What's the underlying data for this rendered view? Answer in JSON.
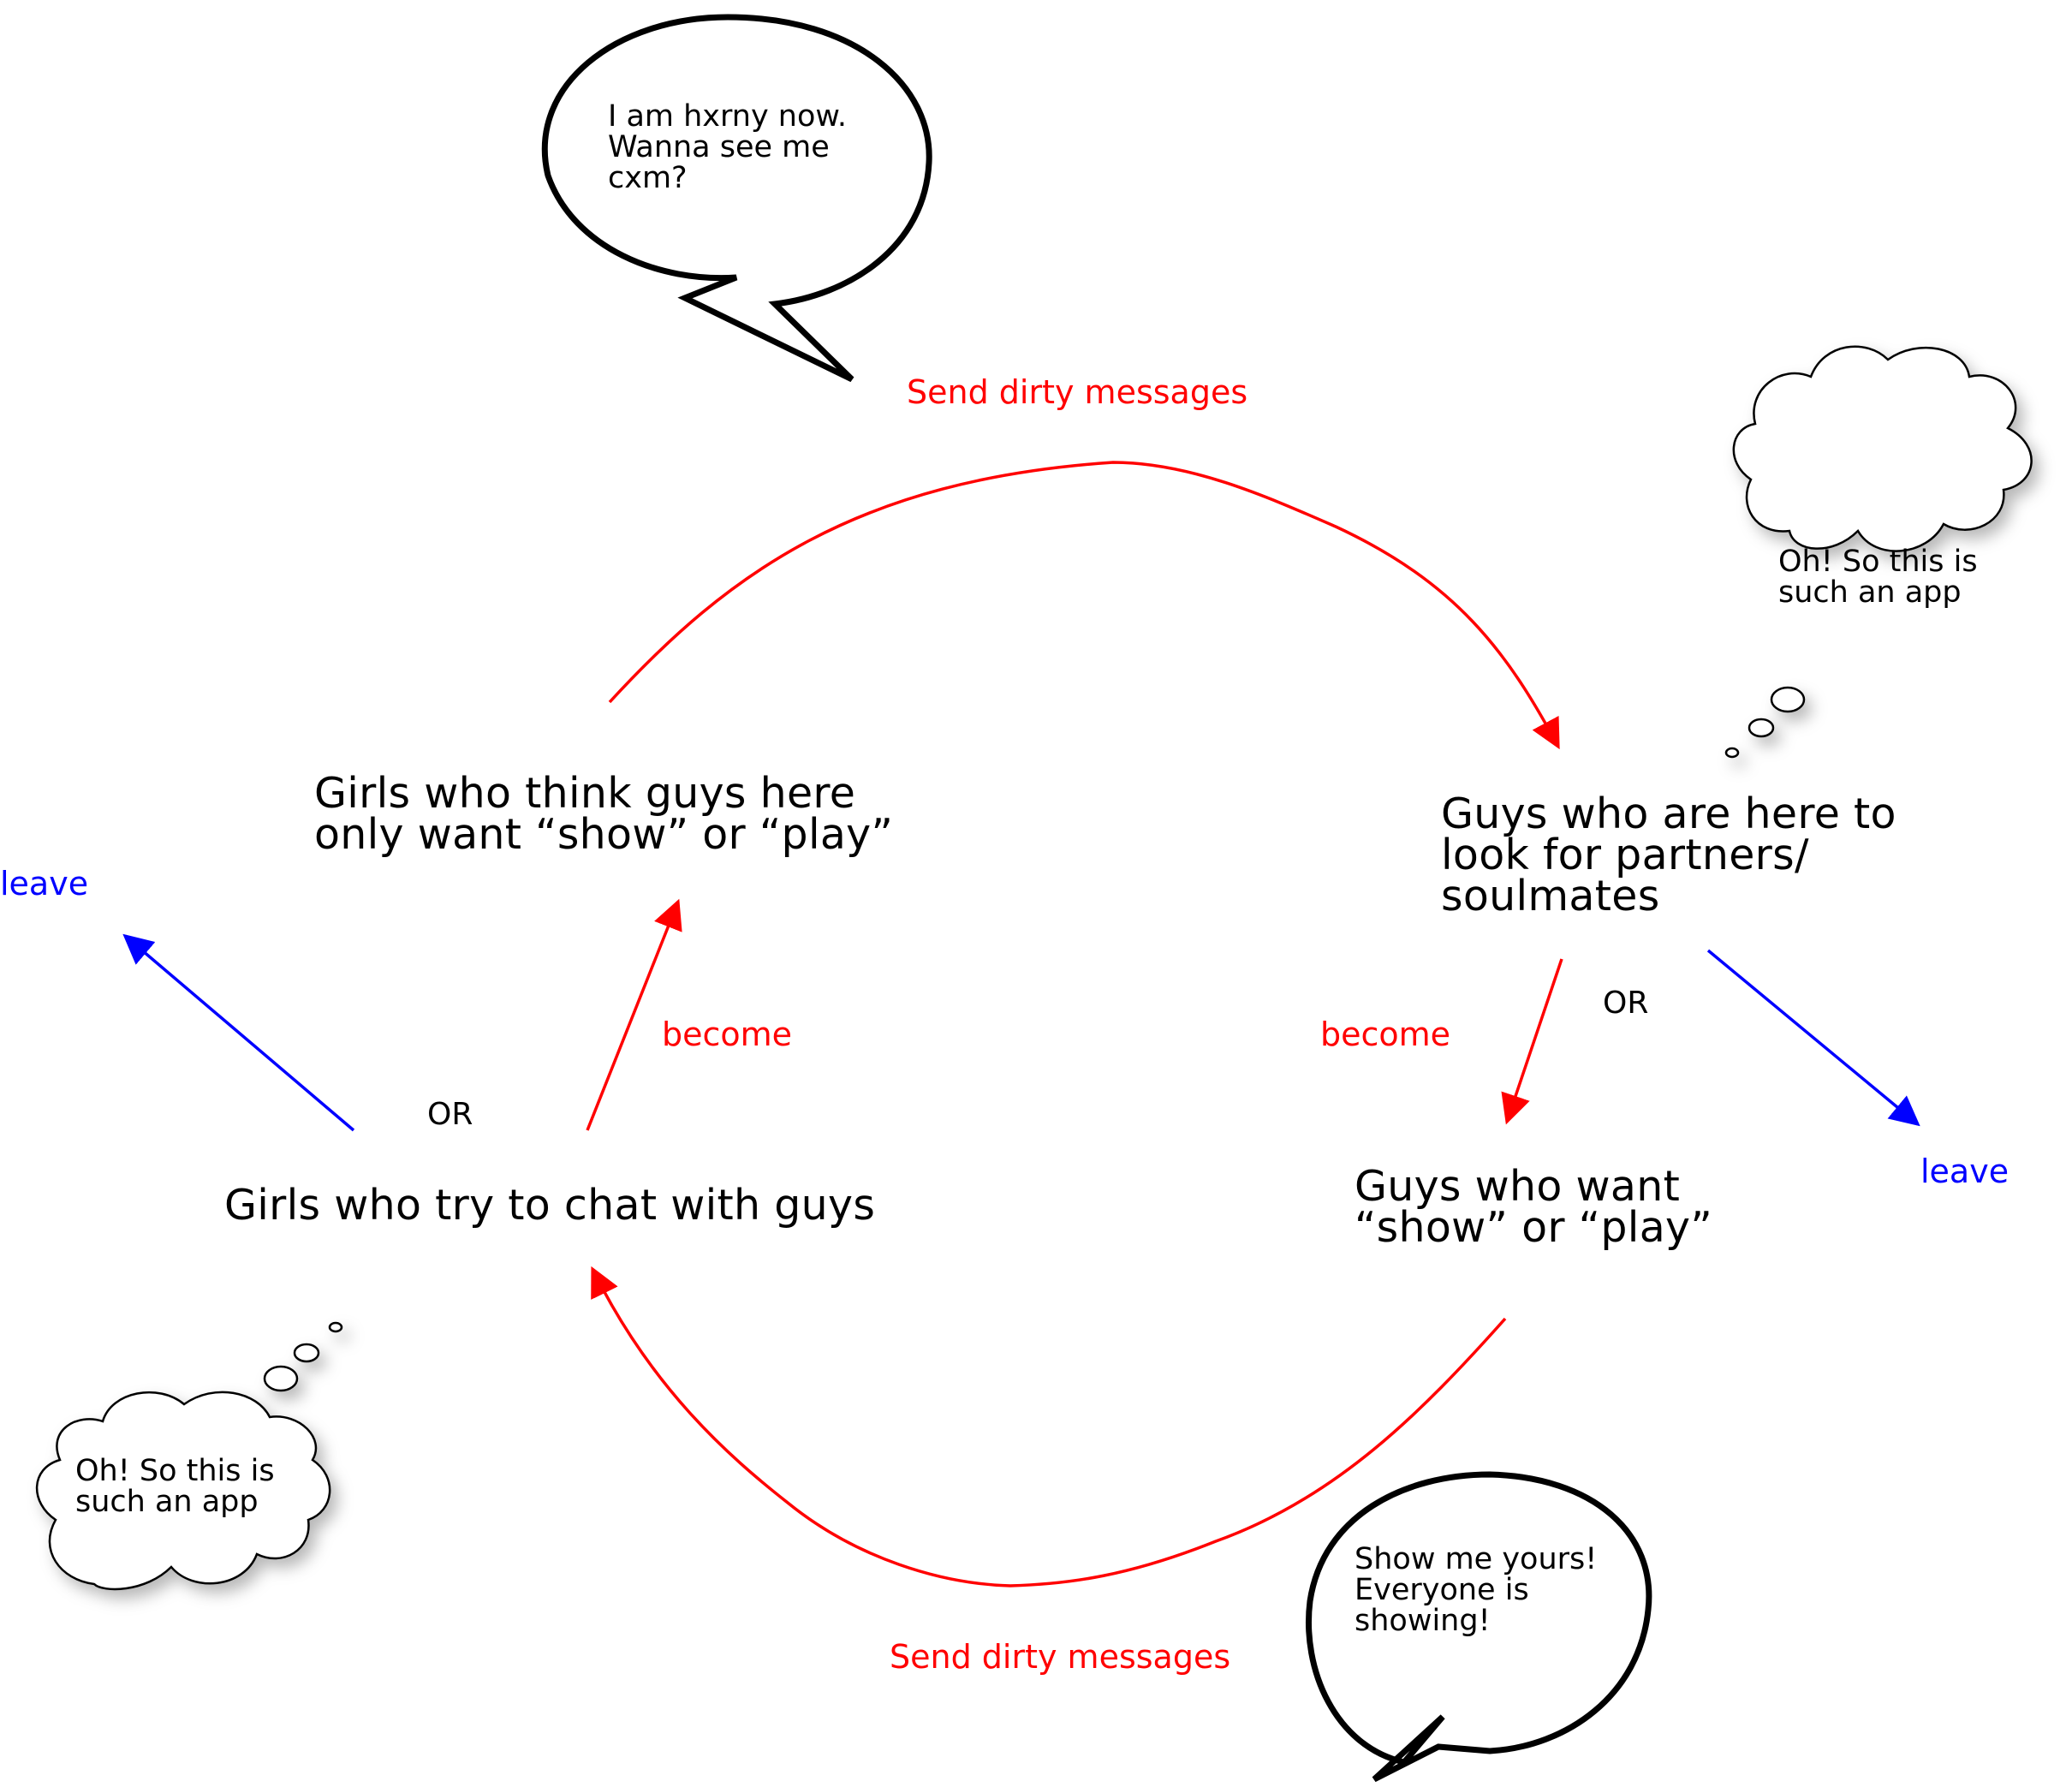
{
  "nodes": {
    "girls_chat": "Girls who try to chat with guys",
    "girls_think": "Girls who think guys here\nonly want “show” or “play”",
    "guys_partners": "Guys who are here to\nlook for partners/\nsoulmates",
    "guys_want": "Guys who want\n“show” or “play”"
  },
  "edges": {
    "send_top": "Send dirty messages",
    "send_bottom": "Send dirty messages",
    "become_left": "become",
    "become_right": "become",
    "leave_left": "leave",
    "leave_right": "leave",
    "or_left": "OR",
    "or_right": "OR"
  },
  "bubbles": {
    "speech_top": "I am hxrny now.\nWanna see me\ncxm?",
    "speech_bottom": "Show me yours!\nEveryone is\nshowing!",
    "thought_right": "Oh! So this is\nsuch an app",
    "thought_left": "Oh! So this is\nsuch an app"
  },
  "colors": {
    "flow": "#ff0000",
    "leave": "#0000ff",
    "outline": "#000000",
    "bubble_fill": "#ffffff"
  }
}
